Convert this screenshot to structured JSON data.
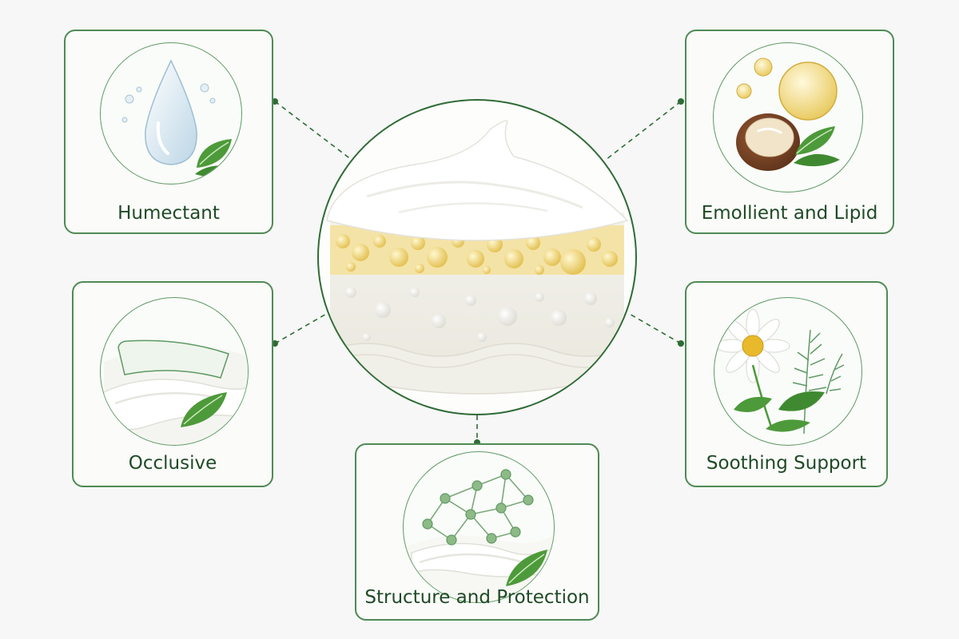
{
  "center": {
    "name": "cream-jar"
  },
  "cards": {
    "humectant": {
      "label": "Humectant",
      "icon": "water-drop-icon"
    },
    "emollient": {
      "label": "Emollient and Lipid",
      "icon": "oil-and-nut-icon"
    },
    "occlusive": {
      "label": "Occlusive",
      "icon": "protective-film-icon"
    },
    "soothing": {
      "label": "Soothing Support",
      "icon": "chamomile-flower-icon"
    },
    "structure": {
      "label": "Structure and Protection",
      "icon": "molecule-network-icon"
    }
  },
  "colors": {
    "border": "#4f8a55",
    "label": "#1f4a26",
    "connector": "#2f6b36",
    "leaf": "#4d9a3a",
    "gold": "#e8c85a"
  }
}
